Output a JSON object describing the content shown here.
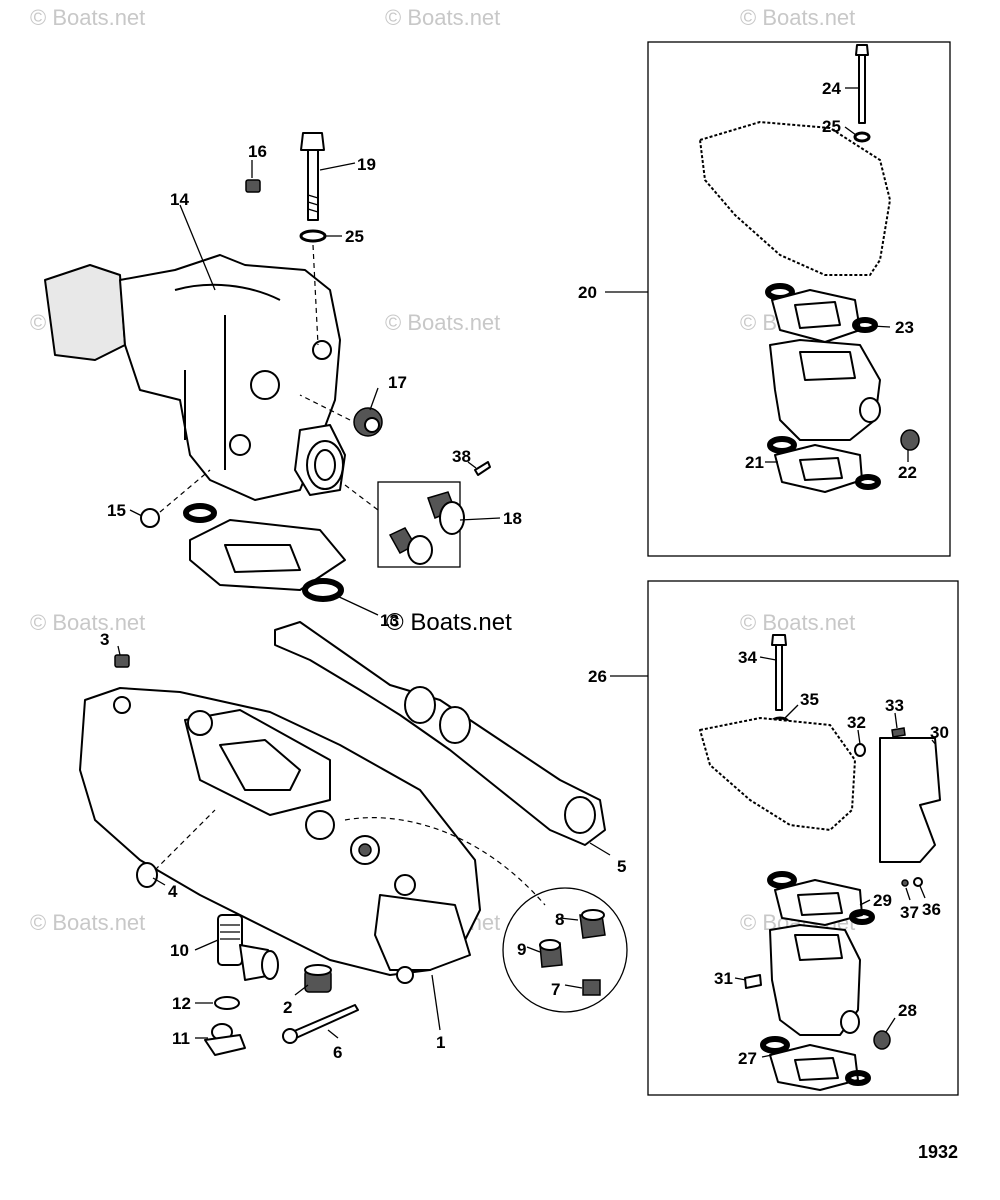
{
  "watermark": "© Boats.net",
  "watermark_main": "© Boats.net",
  "figure_number": "1932",
  "callouts": {
    "c1": "1",
    "c2": "2",
    "c3": "3",
    "c4": "4",
    "c5": "5",
    "c6": "6",
    "c7": "7",
    "c8": "8",
    "c9": "9",
    "c10": "10",
    "c11": "11",
    "c12": "12",
    "c13": "13",
    "c14": "14",
    "c15": "15",
    "c16": "16",
    "c17": "17",
    "c18": "18",
    "c19": "19",
    "c20": "20",
    "c21": "21",
    "c22": "22",
    "c23": "23",
    "c24": "24",
    "c25a": "25",
    "c25b": "25",
    "c26": "26",
    "c27": "27",
    "c28": "28",
    "c29": "29",
    "c30": "30",
    "c31": "31",
    "c32": "32",
    "c33": "33",
    "c34": "34",
    "c35": "35",
    "c36": "36",
    "c37": "37",
    "c38": "38"
  },
  "icons": {
    "manifold": "exhaust-manifold-icon",
    "elbow": "exhaust-elbow-icon",
    "gasket": "gasket-icon",
    "bolt": "bolt-icon"
  }
}
